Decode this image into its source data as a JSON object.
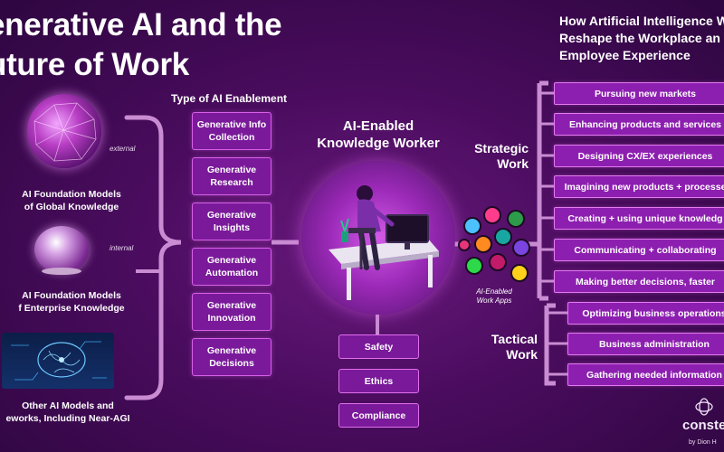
{
  "title": "enerative AI and the\nuture of Work",
  "title_line1": "enerative AI and the",
  "title_line2": "uture of Work",
  "right_title_line1": "How Artificial Intelligence W",
  "right_title_line2": "Reshape the Workplace an",
  "right_title_line3": "Employee Experience",
  "enablement": {
    "heading": "Type of AI Enablement",
    "items": [
      {
        "line1": "Generative Info",
        "line2": "Collection"
      },
      {
        "line1": "Generative",
        "line2": "Research"
      },
      {
        "line1": "Generative",
        "line2": "Insights"
      },
      {
        "line1": "Generative",
        "line2": "Automation"
      },
      {
        "line1": "Generative",
        "line2": "Innovation"
      },
      {
        "line1": "Generative",
        "line2": "Decisions"
      }
    ]
  },
  "sources": {
    "global_line1": "AI Foundation Models",
    "global_line2": "of Global Knowledge",
    "external": "external",
    "enterprise_line1": "AI Foundation Models",
    "enterprise_line2": "f Enterprise Knowledge",
    "internal": "internal",
    "other_line1": "Other AI Models and",
    "other_line2": "eworks, Including Near-AGI"
  },
  "center": {
    "title_line1": "AI-Enabled",
    "title_line2": "Knowledge Worker",
    "apps_line1": "AI-Enabled",
    "apps_line2": "Work Apps"
  },
  "guardrails": [
    "Safety",
    "Ethics",
    "Compliance"
  ],
  "strategic": {
    "label_line1": "Strategic",
    "label_line2": "Work",
    "items": [
      "Pursuing new markets",
      "Enhancing products and services",
      "Designing CX/EX experiences",
      "Imagining new products + processe",
      "Creating + using unique knowledg",
      "Communicating + collaborating",
      "Making better decisions, faster"
    ]
  },
  "tactical": {
    "label_line1": "Tactical",
    "label_line2": "Work",
    "items": [
      "Optimizing business operations",
      "Business administration",
      "Gathering needed information"
    ]
  },
  "brand": "conste",
  "byline": "by Dion H",
  "colors": {
    "background": "#4a0c5e",
    "box_fill": "#7a1a9a",
    "box_border": "#d860e8",
    "connector": "#c98cd2"
  },
  "app_colors": [
    "#4dc0ff",
    "#ff3d8c",
    "#2c9c4a",
    "#ff8a1f",
    "#7a44e0",
    "#18a7a0",
    "#2dd94a",
    "#c31a6a",
    "#ffd11a",
    "#9b2fd6",
    "#e8347a",
    "#3a8fff"
  ]
}
